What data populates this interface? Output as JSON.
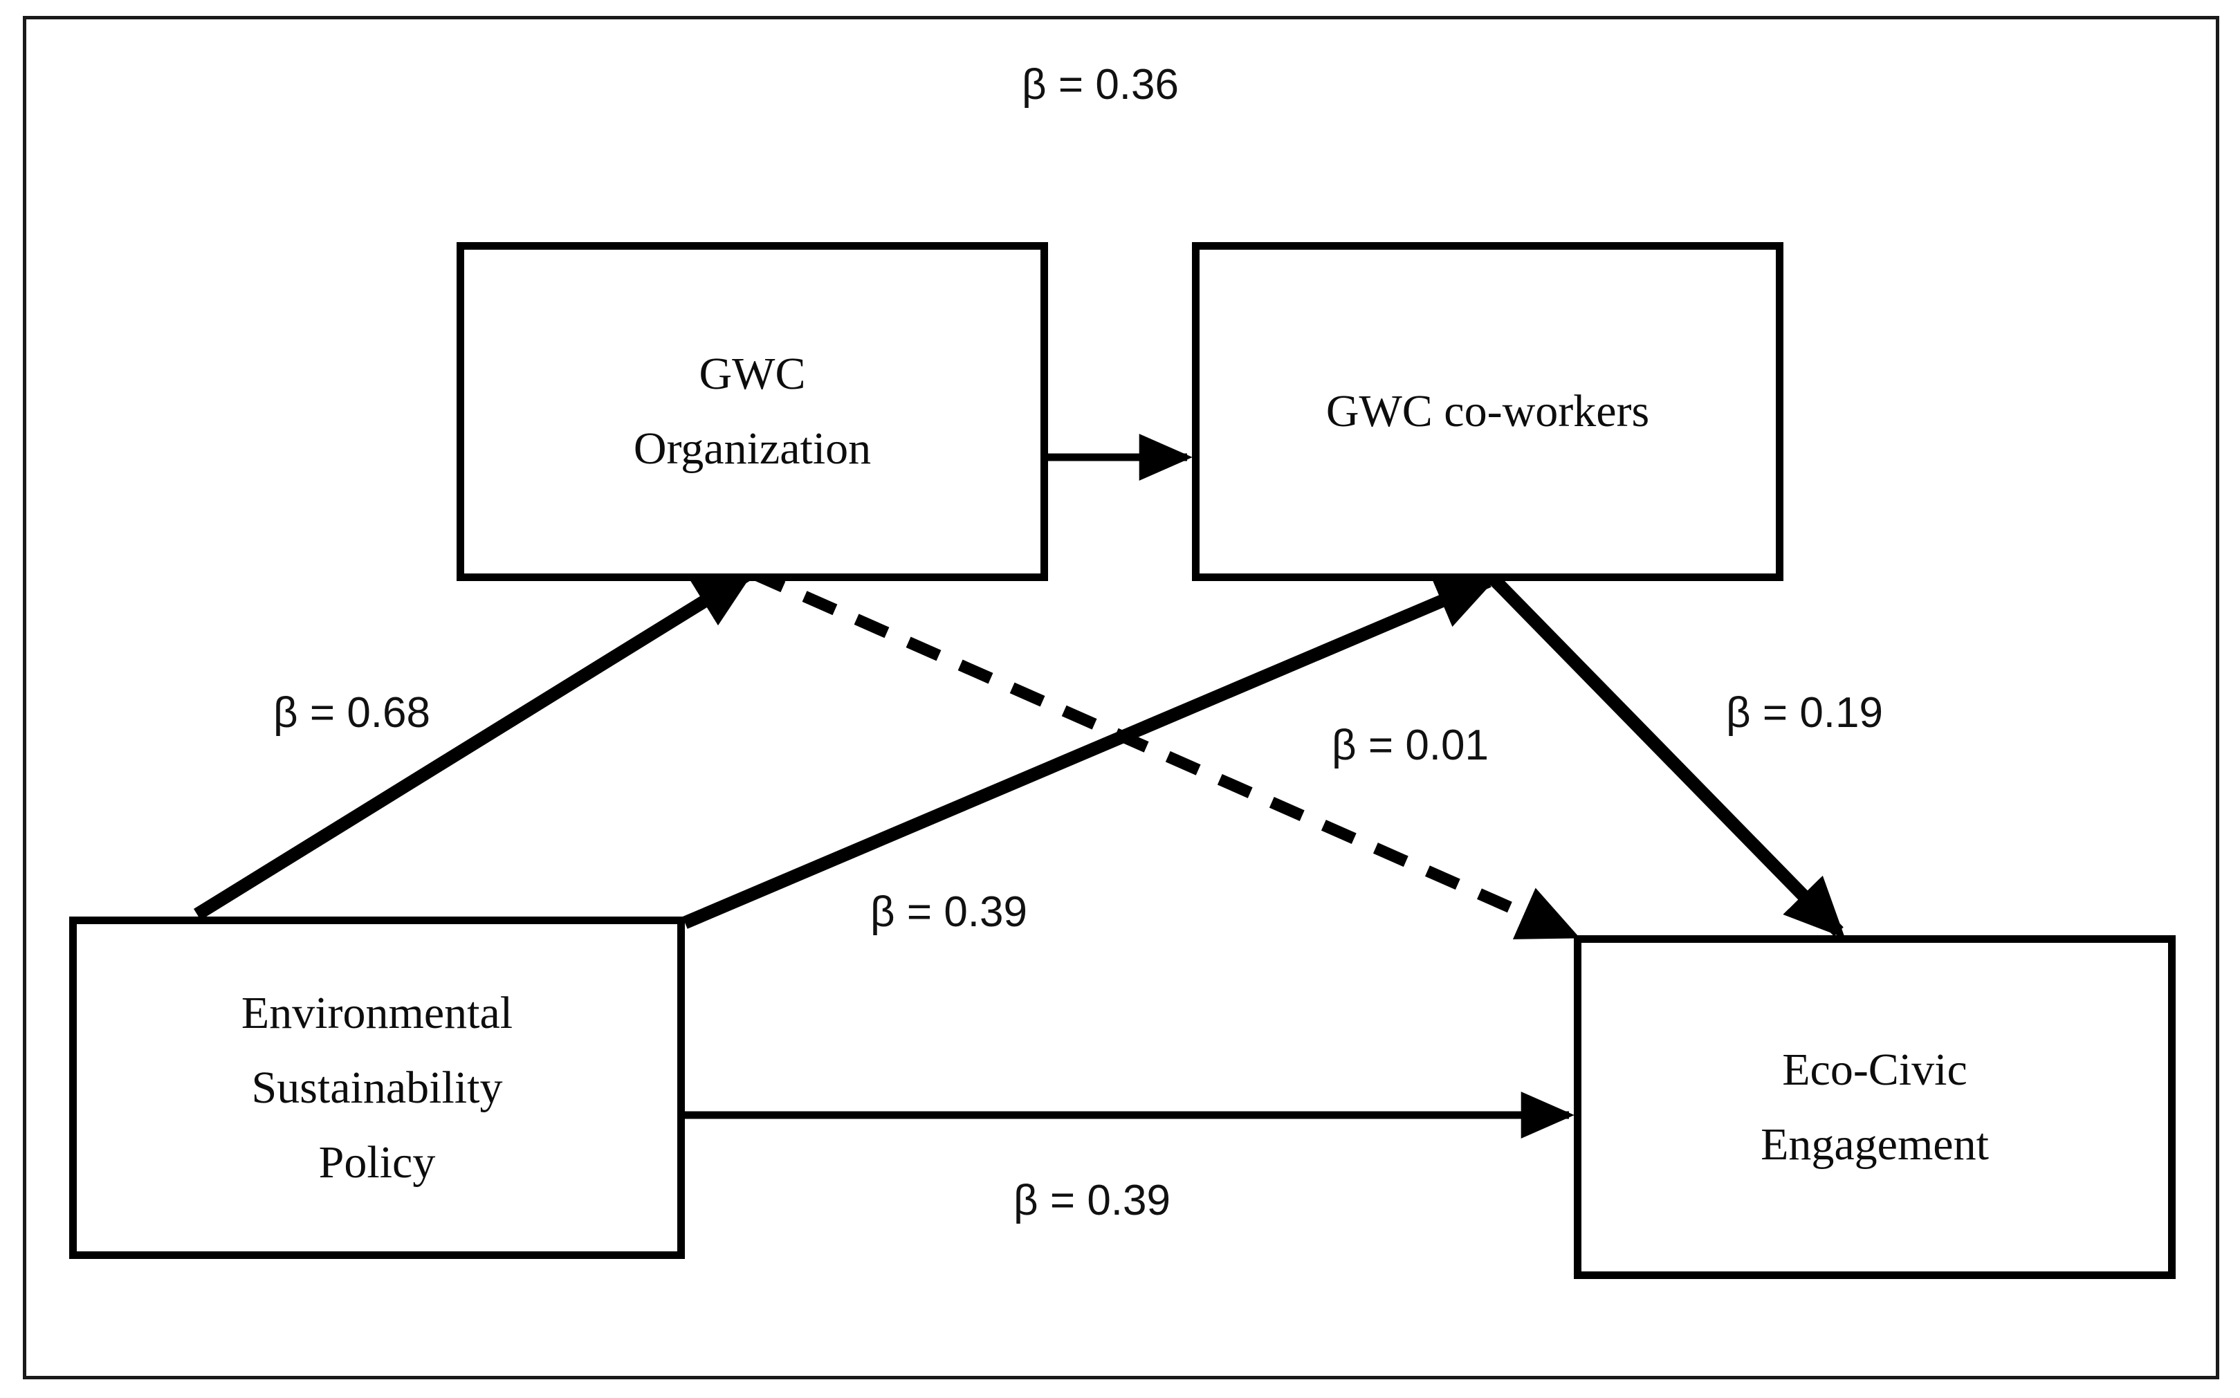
{
  "figure": {
    "type": "path-diagram",
    "frame": true,
    "background_color": "#ffffff",
    "line_color": "#000000"
  },
  "nodes": [
    {
      "id": "gwc-organization",
      "lines": [
        "GWC",
        "Organization"
      ]
    },
    {
      "id": "gwc-coworkers",
      "lines": [
        "GWC co-workers"
      ]
    },
    {
      "id": "environmental-sustainability-policy",
      "lines": [
        "Environmental",
        "Sustainability",
        "Policy"
      ]
    },
    {
      "id": "eco-civic-engagement",
      "lines": [
        "Eco-Civic",
        "Engagement"
      ]
    }
  ],
  "paths": [
    {
      "id": "org-to-coworkers",
      "from": "gwc-organization",
      "to": "gwc-coworkers",
      "label": "β = 0.36",
      "style": "solid-thin"
    },
    {
      "id": "esp-to-org",
      "from": "environmental-sustainability-policy",
      "to": "gwc-organization",
      "label": "β = 0.68",
      "style": "solid-thick"
    },
    {
      "id": "esp-to-coworkers",
      "from": "environmental-sustainability-policy",
      "to": "gwc-coworkers",
      "label": "β = 0.39",
      "style": "solid-thick"
    },
    {
      "id": "org-to-eco",
      "from": "gwc-organization",
      "to": "eco-civic-engagement",
      "label": "β = 0.01",
      "style": "dashed"
    },
    {
      "id": "coworkers-to-eco",
      "from": "gwc-coworkers",
      "to": "eco-civic-engagement",
      "label": "β = 0.19",
      "style": "solid-thick"
    },
    {
      "id": "esp-to-eco",
      "from": "environmental-sustainability-policy",
      "to": "eco-civic-engagement",
      "label": "β = 0.39",
      "style": "solid-thin"
    }
  ],
  "chart_data": {
    "type": "diagram",
    "title": "",
    "notes": "Structural equation model path diagram with standardized beta coefficients",
    "categories": [
      "GWC Organization",
      "GWC co-workers",
      "Environmental Sustainability Policy",
      "Eco-Civic Engagement"
    ],
    "series": [
      {
        "name": "GWC Organization → GWC co-workers",
        "values": [
          0.36
        ]
      },
      {
        "name": "Environmental Sustainability Policy → GWC Organization",
        "values": [
          0.68
        ]
      },
      {
        "name": "Environmental Sustainability Policy → GWC co-workers",
        "values": [
          0.39
        ]
      },
      {
        "name": "GWC Organization → Eco-Civic Engagement",
        "values": [
          0.01
        ]
      },
      {
        "name": "GWC co-workers → Eco-Civic Engagement",
        "values": [
          0.19
        ]
      },
      {
        "name": "Environmental Sustainability Policy → Eco-Civic Engagement",
        "values": [
          0.39
        ]
      }
    ]
  }
}
